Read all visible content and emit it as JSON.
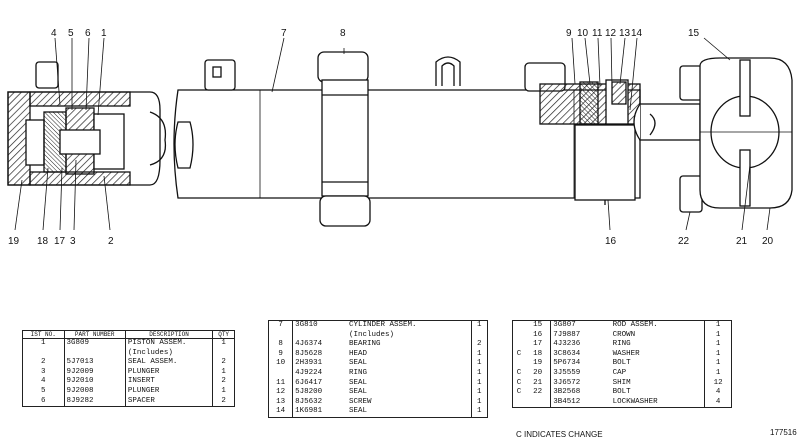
{
  "callouts": {
    "c1": "1",
    "c2": "2",
    "c3": "3",
    "c4": "4",
    "c5": "5",
    "c6": "6",
    "c7": "7",
    "c8": "8",
    "c9": "9",
    "c10": "10",
    "c11": "11",
    "c12": "12",
    "c13": "13",
    "c14": "14",
    "c15": "15",
    "c16": "16",
    "c17": "17",
    "c18": "18",
    "c19": "19",
    "c20": "20",
    "c21": "21",
    "c22": "22"
  },
  "table1": {
    "headers": {
      "no": "IST NO.",
      "part": "PART NUMBER",
      "desc": "DESCRIPTION",
      "qty": "QTY"
    },
    "rows": [
      {
        "no": "1",
        "part": "3G809",
        "desc": "PISTON ASSEM.",
        "qty": "1"
      },
      {
        "no": "",
        "part": "",
        "desc": "(Includes)",
        "qty": ""
      },
      {
        "no": "2",
        "part": "5J7013",
        "desc": "SEAL ASSEM.",
        "qty": "2"
      },
      {
        "no": "3",
        "part": "9J2009",
        "desc": "PLUNGER",
        "qty": "1"
      },
      {
        "no": "4",
        "part": "9J2010",
        "desc": "INSERT",
        "qty": "2"
      },
      {
        "no": "5",
        "part": "9J2008",
        "desc": "PLUNGER",
        "qty": "1"
      },
      {
        "no": "6",
        "part": "8J9282",
        "desc": "SPACER",
        "qty": "2"
      }
    ]
  },
  "table2": {
    "rows": [
      {
        "no": "7",
        "part": "3G810",
        "desc": "CYLINDER ASSEM.",
        "qty": "1"
      },
      {
        "no": "",
        "part": "",
        "desc": "(Includes)",
        "qty": ""
      },
      {
        "no": "8",
        "part": "4J6374",
        "desc": "BEARING",
        "qty": "2"
      },
      {
        "no": "9",
        "part": "8J5628",
        "desc": "HEAD",
        "qty": "1"
      },
      {
        "no": "10",
        "part": "2H3931",
        "desc": "SEAL",
        "qty": "1"
      },
      {
        "no": "",
        "part": "4J9224",
        "desc": "RING",
        "qty": "1"
      },
      {
        "no": "11",
        "part": "6J6417",
        "desc": "SEAL",
        "qty": "1"
      },
      {
        "no": "12",
        "part": "5J8200",
        "desc": "SEAL",
        "qty": "1"
      },
      {
        "no": "13",
        "part": "8J5632",
        "desc": "SCREW",
        "qty": "1"
      },
      {
        "no": "14",
        "part": "1K6981",
        "desc": "SEAL",
        "qty": "1"
      }
    ]
  },
  "table3": {
    "rows": [
      {
        "mark": "",
        "no": "15",
        "part": "3G807",
        "desc": "ROD ASSEM.",
        "qty": "1"
      },
      {
        "mark": "",
        "no": "16",
        "part": "7J9887",
        "desc": "CROWN",
        "qty": "1"
      },
      {
        "mark": "",
        "no": "17",
        "part": "4J3236",
        "desc": "RING",
        "qty": "1"
      },
      {
        "mark": "C",
        "no": "18",
        "part": "3C8634",
        "desc": "WASHER",
        "qty": "1"
      },
      {
        "mark": "",
        "no": "19",
        "part": "5P6734",
        "desc": "BOLT",
        "qty": "1"
      },
      {
        "mark": "C",
        "no": "20",
        "part": "3J5559",
        "desc": "CAP",
        "qty": "1"
      },
      {
        "mark": "C",
        "no": "21",
        "part": "3J6572",
        "desc": "SHIM",
        "qty": "12"
      },
      {
        "mark": "C",
        "no": "22",
        "part": "3B2568",
        "desc": "BOLT",
        "qty": "4"
      },
      {
        "mark": "",
        "no": "",
        "part": "3B4512",
        "desc": "LOCKWASHER",
        "qty": "4"
      }
    ]
  },
  "legend": "C INDICATES CHANGE",
  "doc_number": "177516"
}
